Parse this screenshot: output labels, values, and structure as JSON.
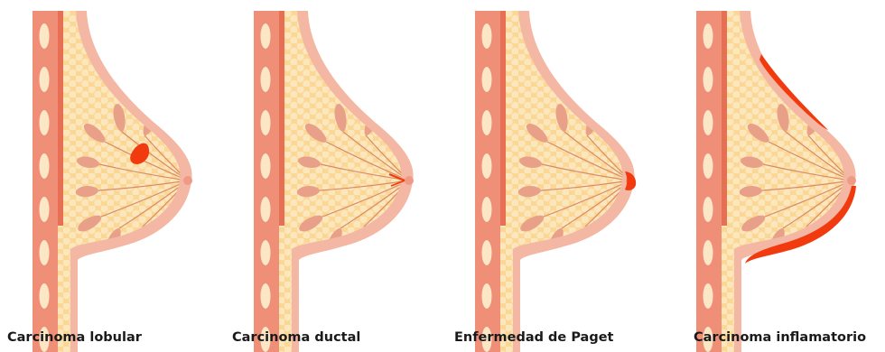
{
  "colors": {
    "skin": "#f3b7a3",
    "fat": "#fbd796",
    "dots": "#fce7bd",
    "muscle": "#ef8f77",
    "rib": "#fbe6c6",
    "lobule": "#e9a089",
    "duct_line": "#d98a6a",
    "nipple": "#ef9a86",
    "cancer": "#f23a0f"
  },
  "panels": [
    {
      "id": "lobular",
      "label": "Carcinoma lobular"
    },
    {
      "id": "ductal",
      "label": "Carcinoma ductal"
    },
    {
      "id": "paget",
      "label": "Enfermedad de Paget"
    },
    {
      "id": "inflammatory",
      "label": "Carcinoma inflamatorio"
    }
  ]
}
